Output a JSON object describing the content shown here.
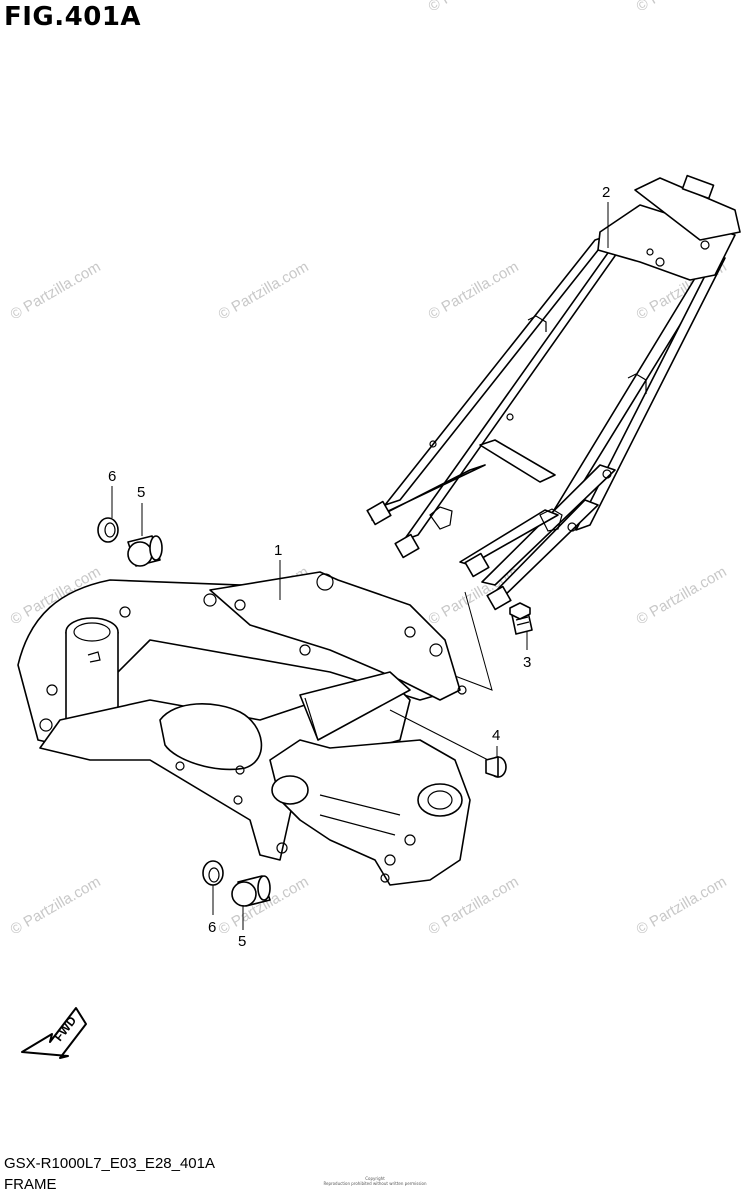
{
  "figure": {
    "title": "FIG.401A"
  },
  "watermark": {
    "text": "© Partzilla.com"
  },
  "callouts": [
    "1",
    "2",
    "3",
    "4",
    "5",
    "6",
    "5",
    "6"
  ],
  "fwd_arrow": {
    "label": "FWD"
  },
  "footer": {
    "code": "GSX-R1000L7_E03_E28_401A",
    "name": "FRAME"
  },
  "copyright": {
    "line1": "Copyright",
    "line2": "Reproduction prohibited without written permission"
  }
}
